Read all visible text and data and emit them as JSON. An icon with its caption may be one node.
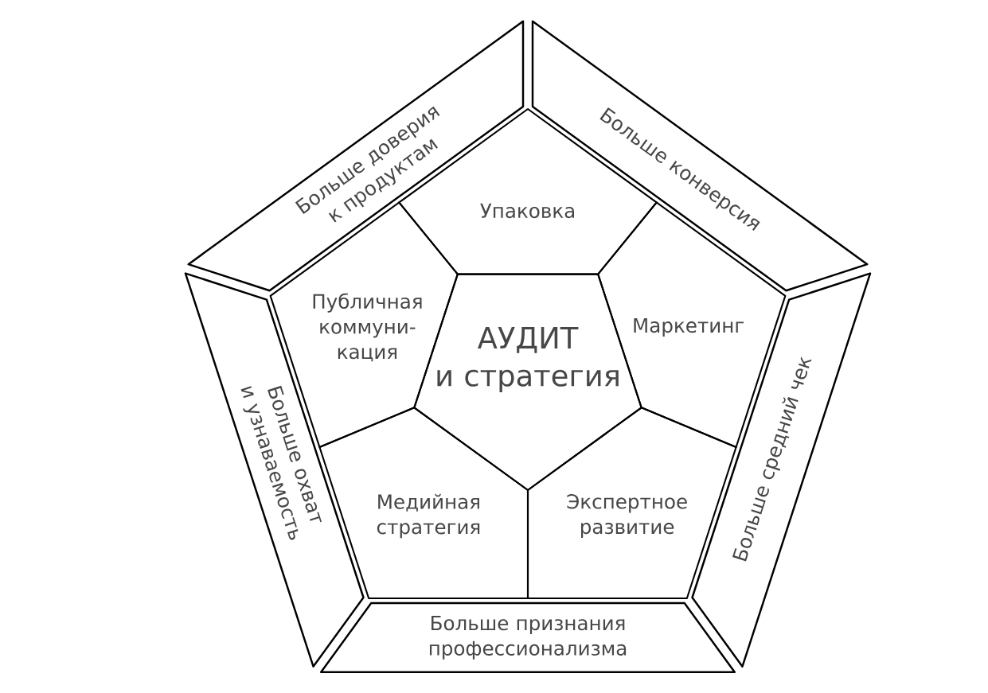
{
  "diagram": {
    "nodes": [
      {
        "text": [
          "Больше доверия к продуктам"
        ]
      },
      {
        "text": [
          "Больше конверсия"
        ]
      },
      {
        "text": [
          "Упаковка"
        ]
      },
      {
        "text": [
          "Публичная коммуни-кация"
        ]
      },
      {
        "text": [
          "Маркетинг"
        ]
      },
      {
        "text": [
          "АУДИТ",
          "и стратегия"
        ]
      },
      {
        "text": [
          "Больше охват и узнаваемость"
        ]
      },
      {
        "text": [
          "Больше средний чек"
        ]
      },
      {
        "text": [
          "Медийная стратегия"
        ]
      },
      {
        "text": [
          "Экспертное развитие"
        ]
      },
      {
        "text": [
          "Больше признания профессионализма"
        ]
      }
    ]
  }
}
